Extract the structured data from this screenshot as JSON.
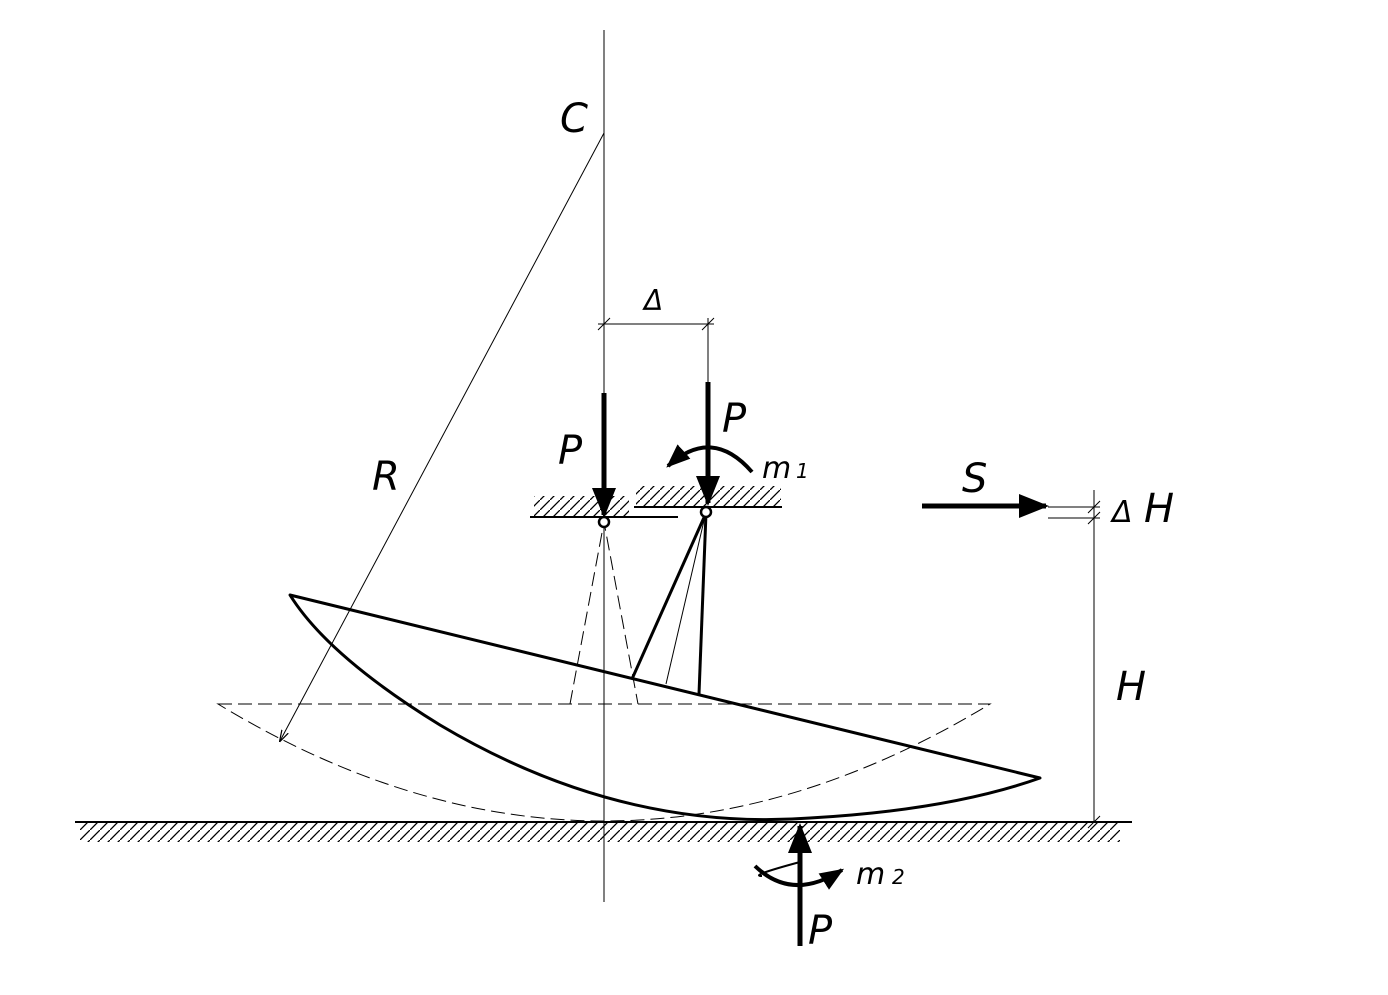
{
  "labels": {
    "center": "C",
    "radius": "R",
    "delta": "Δ",
    "force_left": "P",
    "force_right": "P",
    "force_bottom": "P",
    "moment1": "m",
    "moment1_sub": "1",
    "moment2": "m",
    "moment2_sub": "2",
    "shear": "S",
    "delta_h_prefix": "Δ",
    "delta_h": "H",
    "height": "H"
  },
  "colors": {
    "stroke": "#000000",
    "background": "#ffffff"
  }
}
